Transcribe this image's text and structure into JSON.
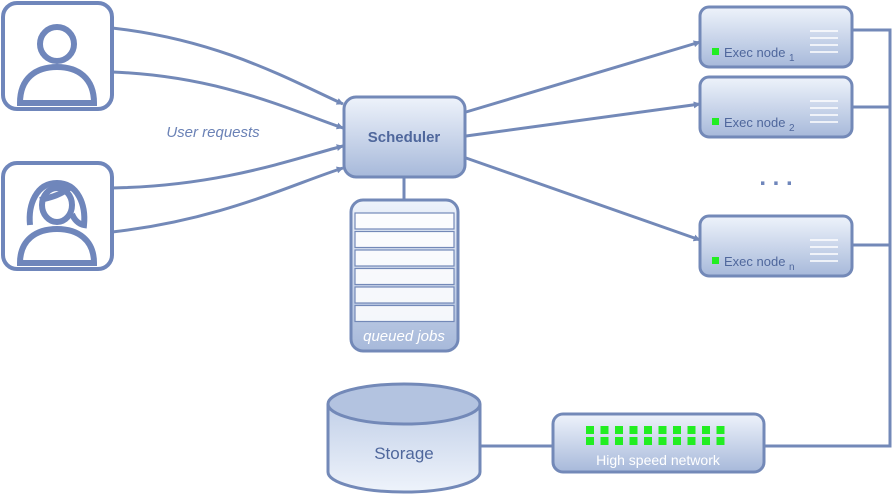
{
  "labels": {
    "user_requests": "User requests",
    "scheduler": "Scheduler",
    "queued_jobs": "queued jobs",
    "storage": "Storage",
    "network": "High speed network",
    "exec_node": "Exec node",
    "ellipsis": ". . ."
  },
  "exec_nodes": [
    {
      "label": "Exec node",
      "subscript": "1"
    },
    {
      "label": "Exec node",
      "subscript": "2"
    },
    {
      "label": "Exec node",
      "subscript": "n"
    }
  ],
  "colors": {
    "stroke": "#7389b8",
    "fill_light": "#e8eef8",
    "fill_dark": "#a9bbdb",
    "text": "#4f679c",
    "indicator": "#22ee22",
    "icon": "#6f86bb"
  },
  "icons": [
    "user-male-icon",
    "user-female-icon"
  ]
}
